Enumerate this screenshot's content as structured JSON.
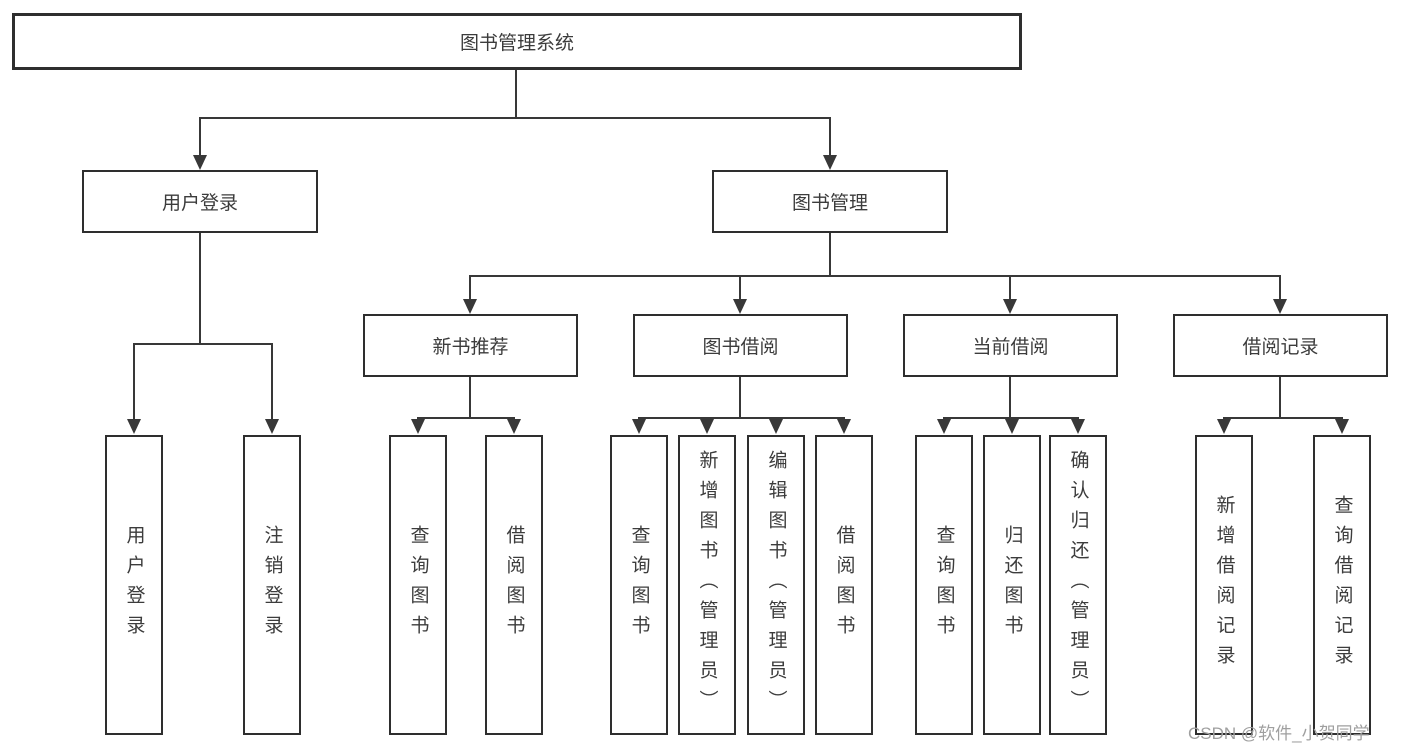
{
  "diagram": {
    "root_label": "图书管理系统",
    "user_branch": {
      "label": "用户登录",
      "leaves": [
        "用户登录",
        "注销登录"
      ]
    },
    "book_branch": {
      "label": "图书管理",
      "groups": [
        {
          "label": "新书推荐",
          "leaves": [
            "查询图书",
            "借阅图书"
          ]
        },
        {
          "label": "图书借阅",
          "leaves": [
            "查询图书",
            "新增图书（管理员）",
            "编辑图书（管理员）",
            "借阅图书"
          ]
        },
        {
          "label": "当前借阅",
          "leaves": [
            "查询图书",
            "归还图书",
            "确认归还（管理员）"
          ]
        },
        {
          "label": "借阅记录",
          "leaves": [
            "新增借阅记录",
            "查询借阅记录"
          ]
        }
      ]
    }
  },
  "watermark": "CSDN @软件_小贺同学",
  "colors": {
    "line": "#383838",
    "box_border": "#2e2e2e",
    "text": "#3c3c3c",
    "watermark": "#9f9f9f",
    "background": "#ffffff"
  }
}
